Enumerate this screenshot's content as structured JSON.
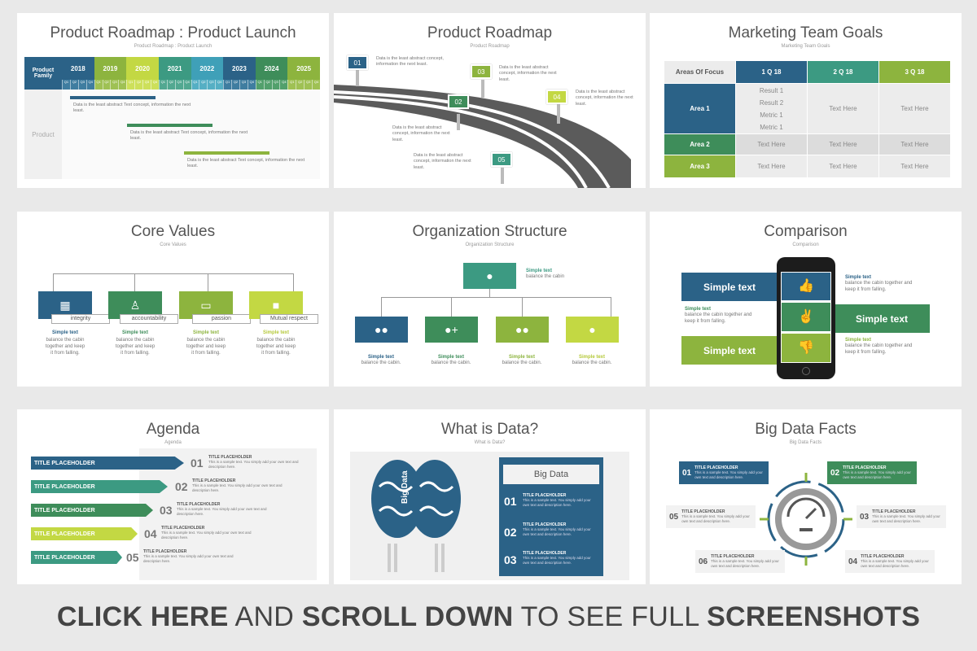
{
  "colors": {
    "blue": "#2b6287",
    "teal": "#3c9a82",
    "green": "#3e8d5a",
    "lime": "#8db43e",
    "lightlime": "#c3d843"
  },
  "roadmap_launch": {
    "title": "Product Roadmap : Product Launch",
    "subtitle": "Product Roadmap : Product Launch",
    "product_family": "Product Family",
    "product": "Product",
    "years": [
      "2018",
      "2019",
      "2020",
      "2021",
      "2022",
      "2023",
      "2024",
      "2025"
    ],
    "quarters": [
      "Q",
      "Q",
      "Q",
      "Q"
    ],
    "qnums": [
      "1",
      "2",
      "3",
      "4"
    ],
    "text1": "Data is the least abstract Text concept, information the next least.",
    "text2": "Data is the least abstract Text concept, information the next least.",
    "text3": "Data is the least abstract Text concept, information the next least."
  },
  "roadmap": {
    "title": "Product Roadmap",
    "subtitle": "Product Roadmap",
    "flags": [
      "01",
      "02",
      "03",
      "04",
      "05"
    ],
    "text": "Data is the least abstract concept, information the next least."
  },
  "marketing": {
    "title": "Marketing Team Goals",
    "subtitle": "Marketing Team Goals",
    "areas_of_focus": "Areas Of Focus",
    "cols": [
      "1 Q 18",
      "2 Q 18",
      "3 Q 18"
    ],
    "area1": "Area 1",
    "area2": "Area 2",
    "area3": "Area 3",
    "results": [
      "Result 1",
      "Result 2",
      "Metric 1",
      "Metric 1"
    ],
    "text_here": "Text Here"
  },
  "core_values": {
    "title": "Core Values",
    "subtitle": "Core Values",
    "items": [
      {
        "label": "integrity",
        "icon": "cubes-icon"
      },
      {
        "label": "accountability",
        "icon": "person-icon"
      },
      {
        "label": "passion",
        "icon": "folder-icon"
      },
      {
        "label": "Mutual respect",
        "icon": "video-icon"
      }
    ],
    "simple_text": "Simple text",
    "body": "balance the cabin together and keep it from falling."
  },
  "org": {
    "title": "Organization Structure",
    "subtitle": "Organization Structure",
    "simple_text": "Simple text",
    "top_body": "balance the cabin",
    "body": "balance the cabin."
  },
  "comparison": {
    "title": "Comparison",
    "subtitle": "Comparison",
    "simple_text": "Simple text",
    "side_title": "Simple text",
    "body": "balance the cabin together and keep it from falling."
  },
  "agenda": {
    "title": "Agenda",
    "subtitle": "Agenda",
    "placeholder": "TITLE PLACEHOLDER",
    "nums": [
      "01",
      "02",
      "03",
      "04",
      "05"
    ],
    "body": "This is a sample text. You simply add your own text and description here."
  },
  "what_data": {
    "title": "What is Data?",
    "subtitle": "What is Data?",
    "brain_label": "Big Data",
    "box_title": "Big Data",
    "nums": [
      "01",
      "02",
      "03"
    ],
    "placeholder": "TITLE PLACEHOLDER",
    "body": "This is a sample text. You simply add your own text and description here."
  },
  "facts": {
    "title": "Big Data Facts",
    "subtitle": "Big Data Facts",
    "nums": [
      "01",
      "02",
      "03",
      "04",
      "05",
      "06"
    ],
    "placeholder": "TITLE PLACEHOLDER",
    "body": "This is a sample text. You simply add your own text and description here."
  },
  "banner": {
    "p1": "CLICK HERE",
    "p2": " AND ",
    "p3": "SCROLL DOWN",
    "p4": " TO SEE FULL ",
    "p5": "SCREENSHOTS"
  }
}
